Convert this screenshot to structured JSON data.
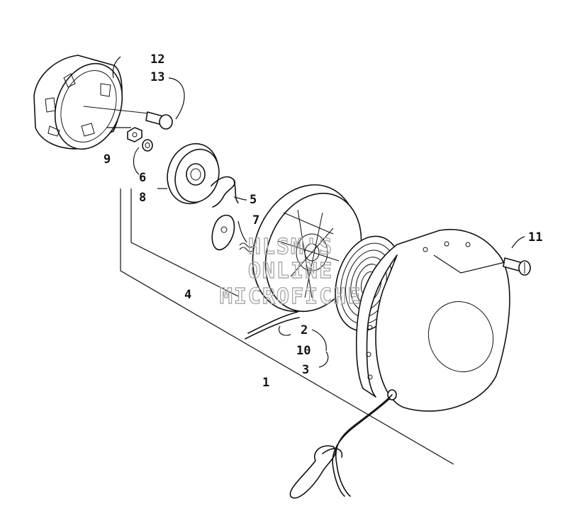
{
  "diagram": {
    "callouts": [
      {
        "id": "c12",
        "text": "12"
      },
      {
        "id": "c13",
        "text": "13"
      },
      {
        "id": "c9",
        "text": "9"
      },
      {
        "id": "c6",
        "text": "6"
      },
      {
        "id": "c8",
        "text": "8"
      },
      {
        "id": "c5",
        "text": "5"
      },
      {
        "id": "c7",
        "text": "7"
      },
      {
        "id": "c11",
        "text": "11"
      },
      {
        "id": "c4",
        "text": "4"
      },
      {
        "id": "c2",
        "text": "2"
      },
      {
        "id": "c10",
        "text": "10"
      },
      {
        "id": "c3",
        "text": "3"
      },
      {
        "id": "c1",
        "text": "1"
      }
    ],
    "watermark": [
      "HLSM'S",
      "ONLINE",
      "MICROFICHE"
    ]
  }
}
